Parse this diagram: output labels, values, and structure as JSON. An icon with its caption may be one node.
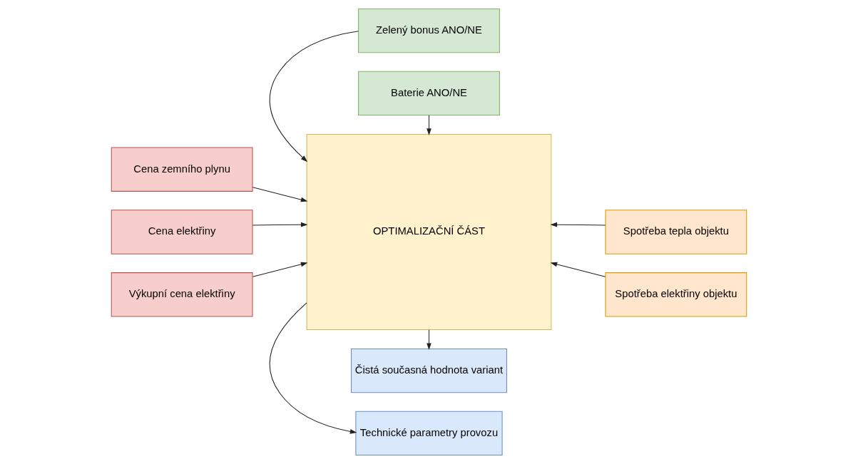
{
  "diagram": {
    "nodes": [
      {
        "text": [
          "Zelený bonus ANO/NE"
        ]
      },
      {
        "text": [
          "Baterie ANO/NE"
        ]
      },
      {
        "text": [
          "Cena zemního plynu"
        ]
      },
      {
        "text": [
          "Cena elektřiny"
        ]
      },
      {
        "text": [
          "Výkupní cena elektřiny"
        ]
      },
      {
        "text": [
          "OPTIMALIZAČNÍ ČÁST"
        ]
      },
      {
        "text": [
          "Spotřeba elektřiny objektu"
        ]
      },
      {
        "text": [
          "Spotřeba tepla objektu"
        ]
      },
      {
        "text": [
          "Technické parametry provozu"
        ]
      },
      {
        "text": [
          "Čistá současná hodnota variant"
        ]
      }
    ],
    "edges": [
      {
        "from": 0,
        "to": 5,
        "arrow": "to"
      },
      {
        "from": 1,
        "to": 5,
        "arrow": "to"
      },
      {
        "from": 2,
        "to": 5,
        "arrow": "to"
      },
      {
        "from": 3,
        "to": 5,
        "arrow": "to"
      },
      {
        "from": 4,
        "to": 5,
        "arrow": "to"
      },
      {
        "from": 6,
        "to": 5,
        "arrow": "to"
      },
      {
        "from": 7,
        "to": 5,
        "arrow": "to"
      },
      {
        "from": 5,
        "to": 8,
        "arrow": "to"
      },
      {
        "from": 5,
        "to": 9,
        "arrow": "to"
      }
    ]
  }
}
